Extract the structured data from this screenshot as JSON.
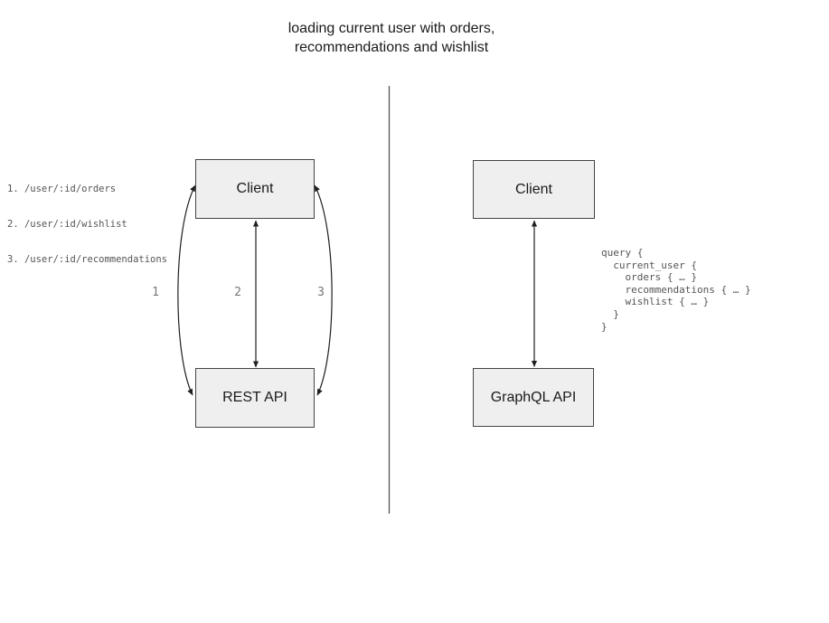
{
  "title": {
    "text": "loading current user with orders,\nrecommendations and wishlist"
  },
  "rest_side": {
    "endpoints": [
      "1. /user/:id/orders",
      "2. /user/:id/wishlist",
      "3. /user/:id/recommendations"
    ],
    "client_box": "Client",
    "api_box": "REST API",
    "request_labels": [
      "1",
      "2",
      "3"
    ]
  },
  "graphql_side": {
    "client_box": "Client",
    "api_box": "GraphQL API",
    "query_code": "query {\n  current_user {\n    orders { … }\n    recommendations { … }\n    wishlist { … }\n  }\n}"
  },
  "colors": {
    "box_fill": "#efefef",
    "box_border": "#444444",
    "arrow": "#1f1f1f",
    "divider": "#555555",
    "code_text": "#555555",
    "number_label": "#777777",
    "title_text": "#1a1a1a"
  }
}
